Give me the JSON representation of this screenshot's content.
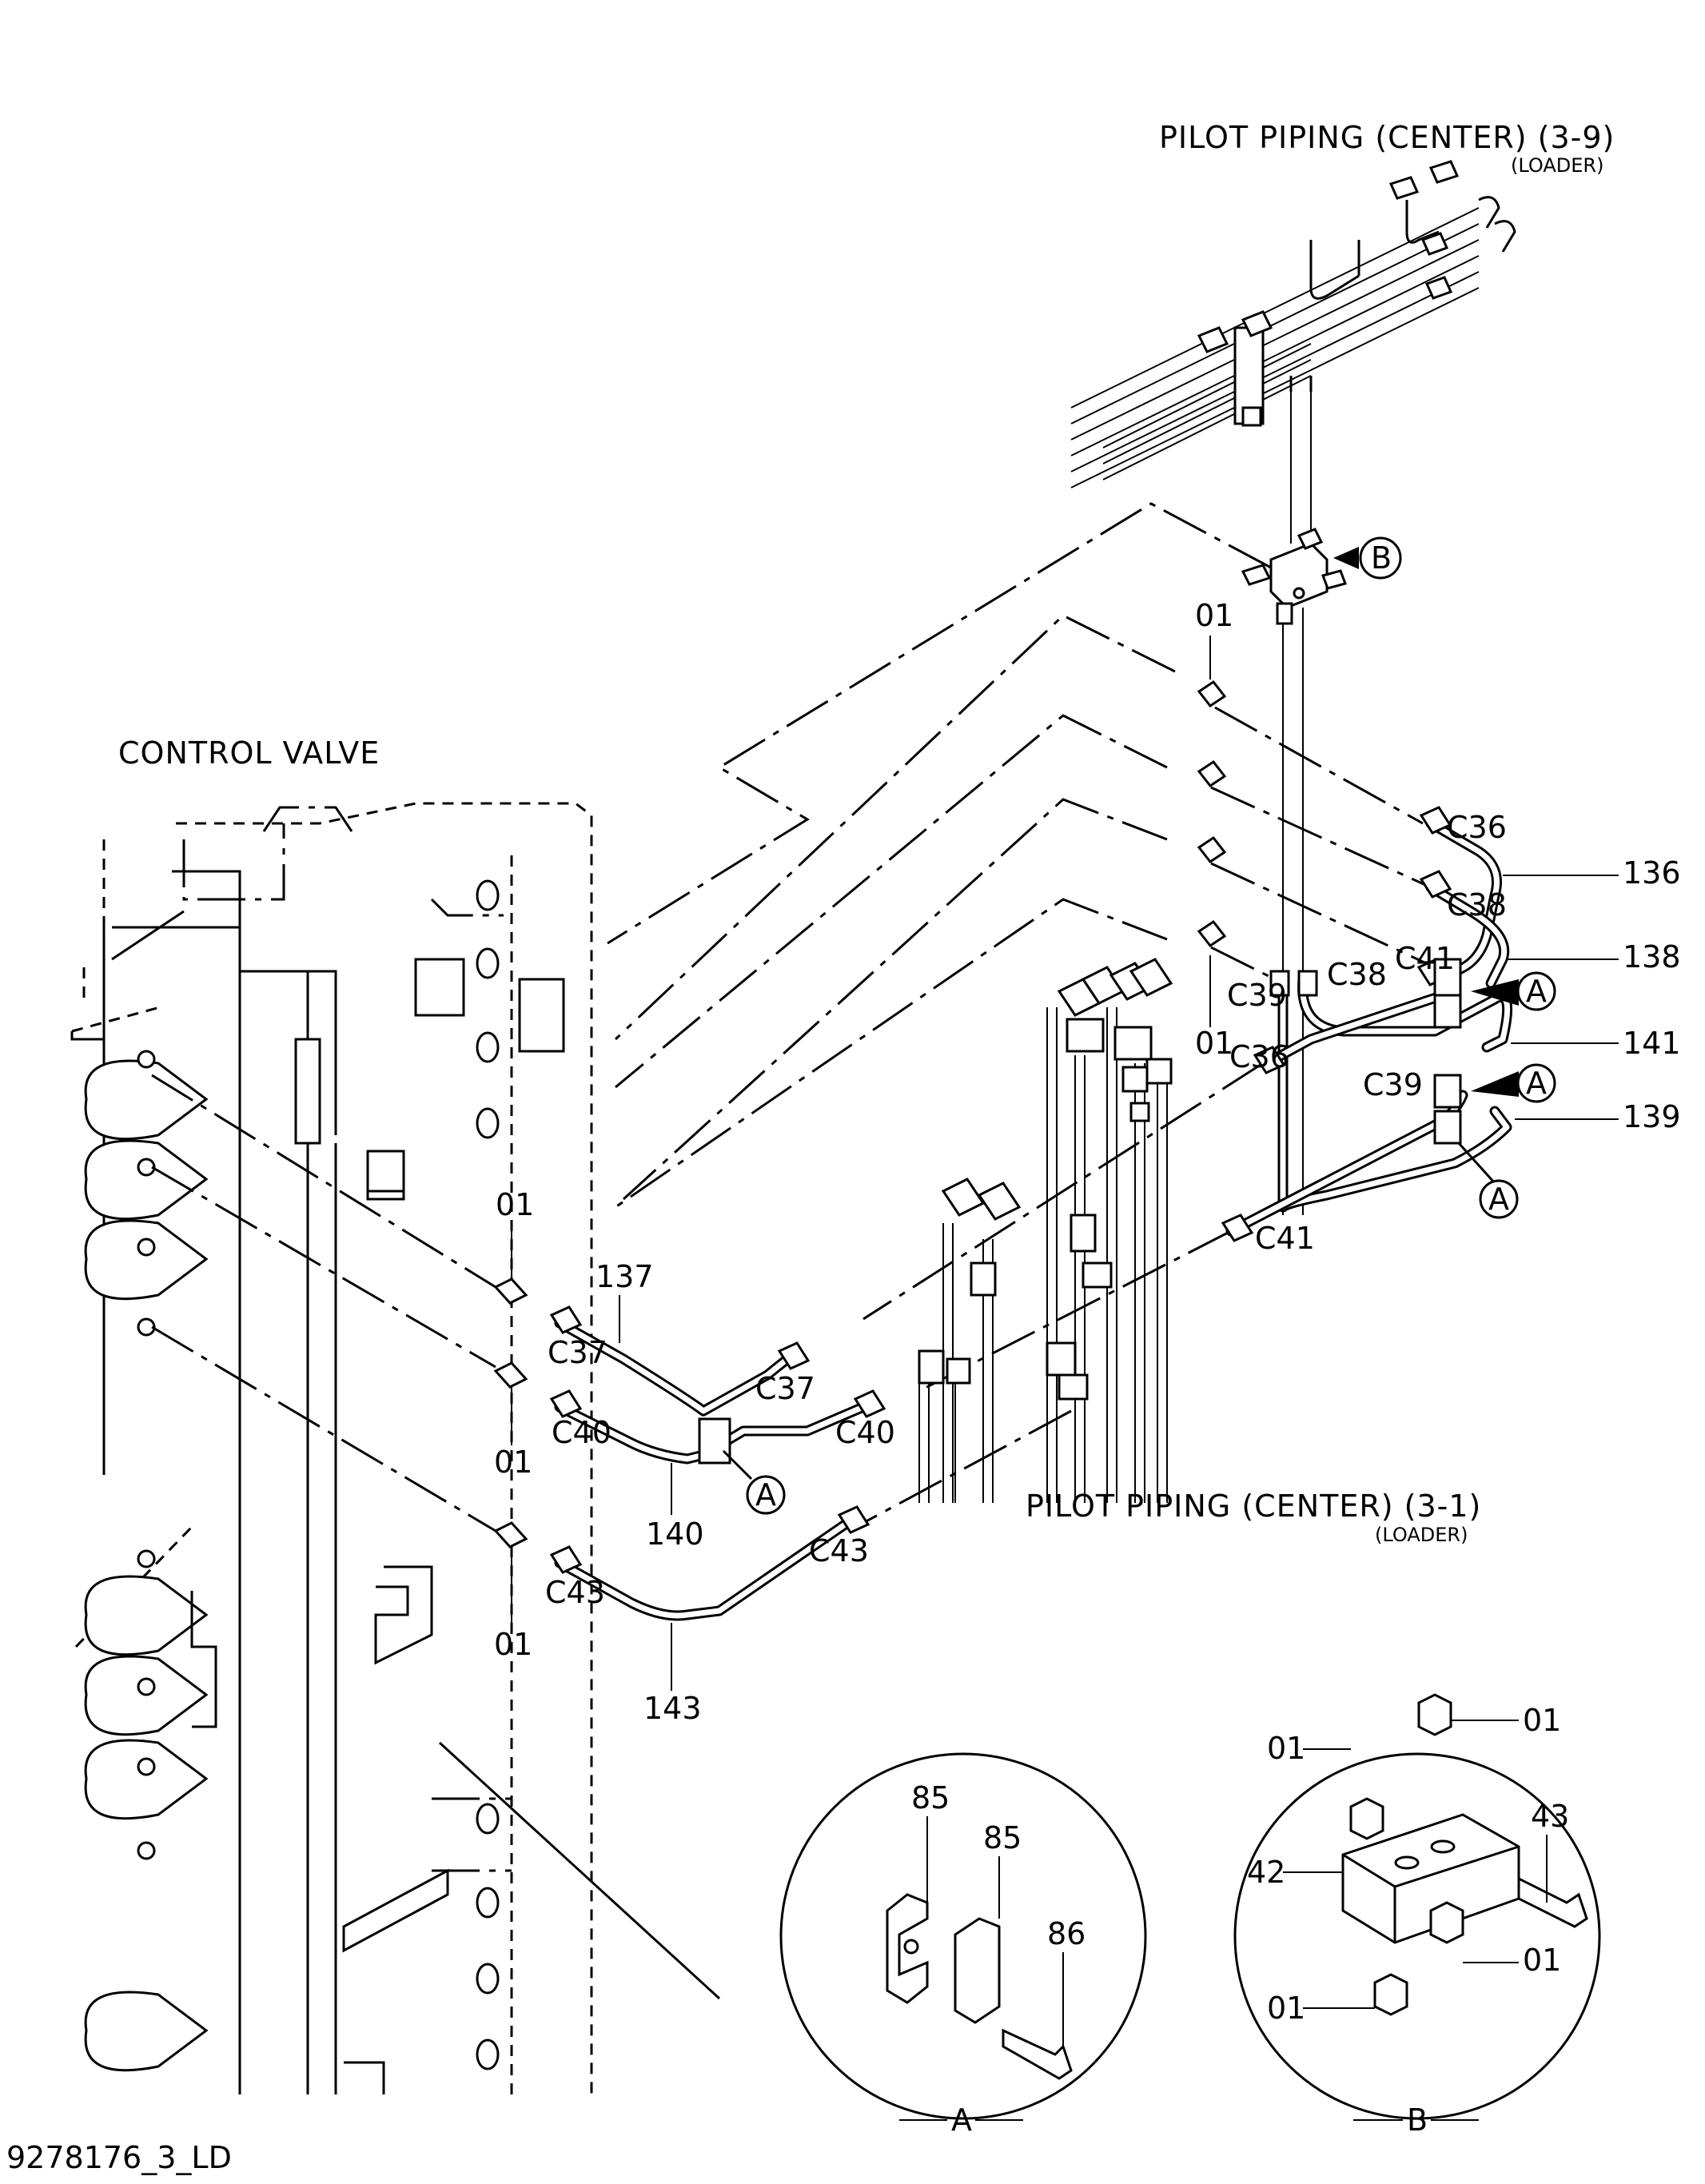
{
  "title_top": "PILOT PIPING (CENTER) (3-9)",
  "sub_top": "(LOADER)",
  "title_mid": "PILOT PIPING (CENTER) (3-1)",
  "sub_mid": "(LOADER)",
  "control_valve": "CONTROL VALVE",
  "drawing_id": "9278176_3_LD",
  "labels": {
    "p01": "01",
    "c36": "C36",
    "c37": "C37",
    "c38": "C38",
    "c39": "C39",
    "c40": "C40",
    "c41": "C41",
    "c43": "C43",
    "p136": "136",
    "p137": "137",
    "p138": "138",
    "p139": "139",
    "p140": "140",
    "p141": "141",
    "p143": "143",
    "p85": "85",
    "p86": "86",
    "p42": "42",
    "p43": "43",
    "a": "A",
    "b": "B"
  }
}
